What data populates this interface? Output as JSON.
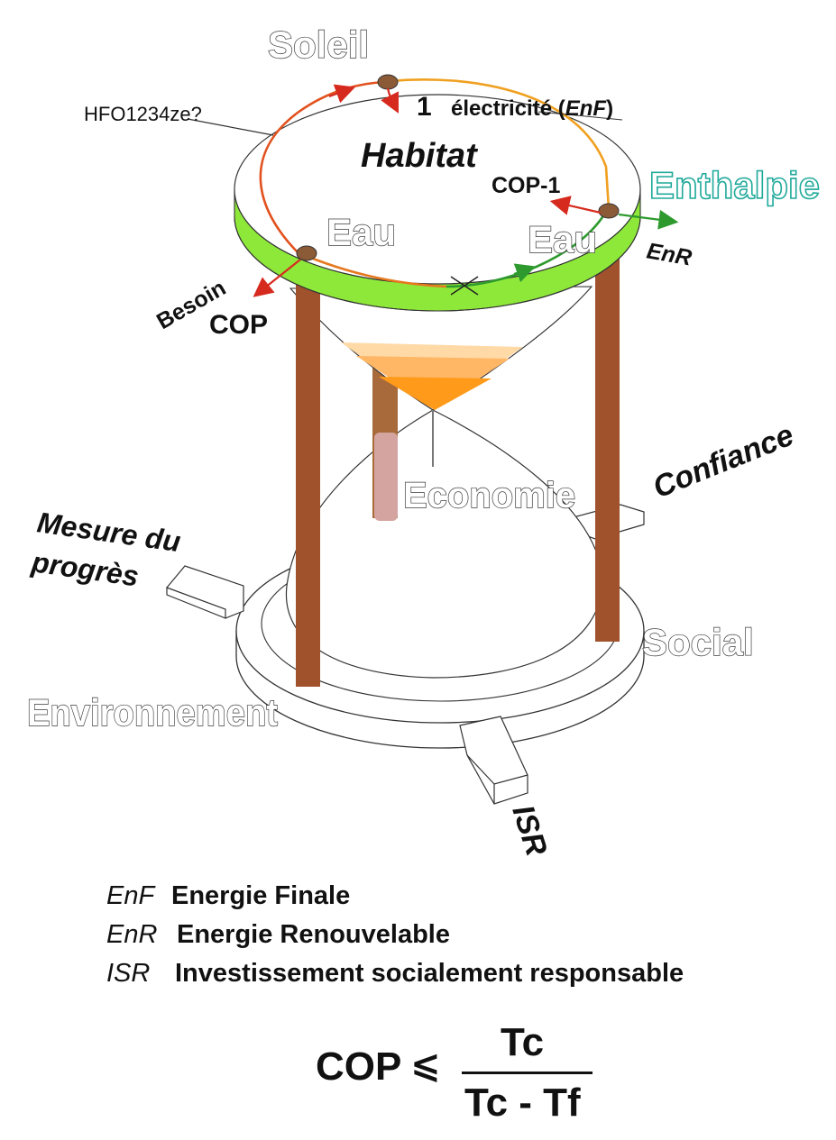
{
  "labels": {
    "soleil": "Soleil",
    "hfo": "HFO1234ze?",
    "one": "1",
    "electricite_prefix": "électricité (",
    "electricite_em": "EnF",
    "electricite_suffix": ")",
    "habitat": "Habitat",
    "enthalpie": "Enthalpie",
    "cop_minus_one": "COP-1",
    "eau_left": "Eau",
    "eau_right": "Eau",
    "enr": "EnR",
    "besoin": "Besoin",
    "cop": "COP",
    "economie": "Economie",
    "confiance": "Confiance",
    "mesure_line1": "Mesure du",
    "mesure_line2": "progrès",
    "social": "Social",
    "environnement": "Environnement",
    "isr": "ISR"
  },
  "legend": [
    {
      "abbr": "EnF",
      "text": "Energie Finale"
    },
    {
      "abbr": "EnR",
      "text": "Energie Renouvelable"
    },
    {
      "abbr": "ISR",
      "text": "Investissement socialement responsable"
    }
  ],
  "formula": {
    "lhs": "COP",
    "relation": "⩽",
    "numerator": "Tc",
    "denominator": "Tc - Tf"
  },
  "colors": {
    "rim_green": "#8ee83a",
    "post_brown": "#a0522d",
    "cycle_red": "#d62a1e",
    "cycle_orange": "#f0a020",
    "cycle_green": "#2e9a2e",
    "sand_orange": "#ff9a1a",
    "enthalpie_teal": "#1fa99a"
  }
}
